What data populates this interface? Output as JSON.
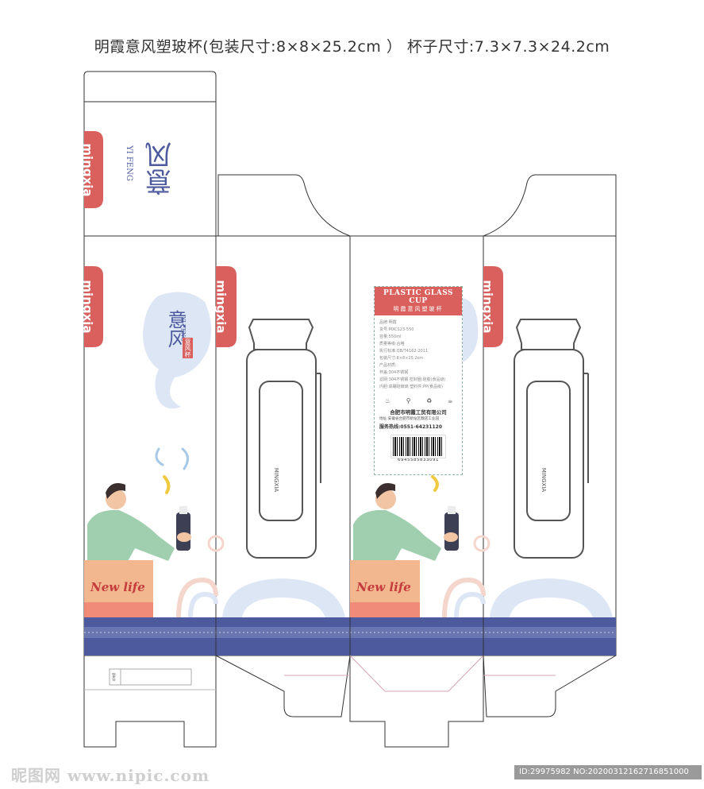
{
  "header": {
    "title": "明霞意风塑玻杯(包装尺寸:8×8×25.2cm ） 杯子尺寸:7.3×7.3×24.2cm"
  },
  "brand": {
    "logo_text": "mingxia",
    "product_name": "意风",
    "product_name_pinyin": "YI FENG",
    "tag": "意风杯",
    "new_life": "New life"
  },
  "label": {
    "title_en": "PLASTIC GLASS CUP",
    "title_cn": "明霞意风塑玻杯",
    "rows": [
      "品牌:明霞",
      "货号:MXCS23-550",
      "容量:550ml",
      "质量等级:合格",
      "执行标准:QB/T4162-2011",
      "包装尺寸:8×8×25.2cm",
      "产品材质:",
      "杯盖:304不锈钢",
      "滤网:304不锈钢 密封圈:硅胶(食品级)",
      "内胆:高硼硅玻璃 塑料件:PP(食品级)"
    ],
    "icons": [
      "icon-1",
      "icon-2",
      "icon-3",
      "icon-4"
    ],
    "company": "合肥市明霞工贸有限公司",
    "address": "地址:安徽省合肥市新站区魏店工业园",
    "phone": "服务热线:0551-64231120",
    "barcode_number": "6945585833091"
  },
  "bottle": {
    "brand_text": "MINGXIA"
  },
  "warning_text": "警告",
  "watermark": "昵图网 www.nipic.com",
  "id_bar": "ID:29975982 NO:20200312162716851000",
  "colors": {
    "brand_red": "#d9605d",
    "navy_band": "#4d5a9d",
    "light_blue": "#dce6f5",
    "cream": "#f3dcc9",
    "green": "#9fcfae"
  }
}
